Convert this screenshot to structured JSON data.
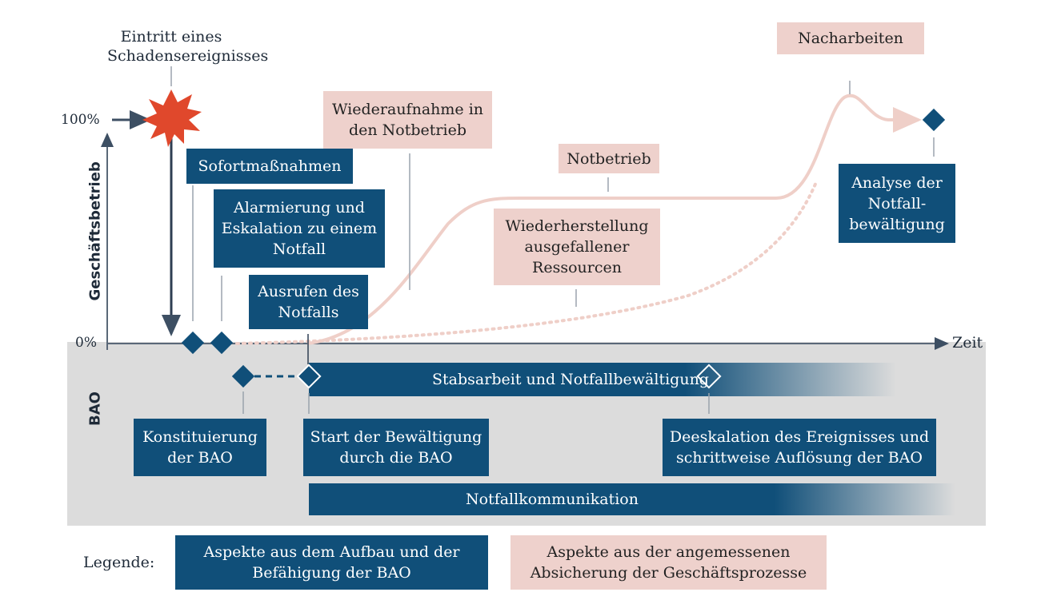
{
  "event_label": "Eintritt eines\nSchadensereignisses",
  "axis": {
    "y_label": "Geschäftsbetrieb",
    "bao_label": "BAO",
    "y_top": "100%",
    "y_bottom": "0%",
    "x_label": "Zeit"
  },
  "navy_boxes": {
    "sofort": "Sofortmaßnahmen",
    "alarm": "Alarmierung und\nEskalation zu einem\nNotfall",
    "ausrufen": "Ausrufen des\nNotfalls",
    "analyse": "Analyse der\nNotfall-\nbewältigung"
  },
  "pink_boxes": {
    "wiederaufnahme": "Wiederaufnahme in\nden Notbetrieb",
    "notbetrieb": "Notbetrieb",
    "wiederherstellung": "Wiederherstellung\nausgefallener\nRessourcen",
    "nacharbeiten": "Nacharbeiten"
  },
  "bao": {
    "stab_bar": "Stabsarbeit und Notfallbewältigung",
    "komm_bar": "Notfallkommunikation",
    "konstituierung": "Konstituierung\nder BAO",
    "start": "Start der Bewältigung\ndurch die BAO",
    "deeskalation": "Deeskalation des Ereignisses und\nschrittweise Auflösung der BAO"
  },
  "legend": {
    "title": "Legende:",
    "navy": "Aspekte aus dem Aufbau und der\nBefähigung der BAO",
    "pink": "Aspekte aus der angemessenen\nAbsicherung der Geschäftsprozesse"
  },
  "colors": {
    "navy": "#104f79",
    "pink": "#eed1cc",
    "curve": "#efcfc8",
    "band": "#dcdcdc",
    "burst": "#e0482c"
  }
}
